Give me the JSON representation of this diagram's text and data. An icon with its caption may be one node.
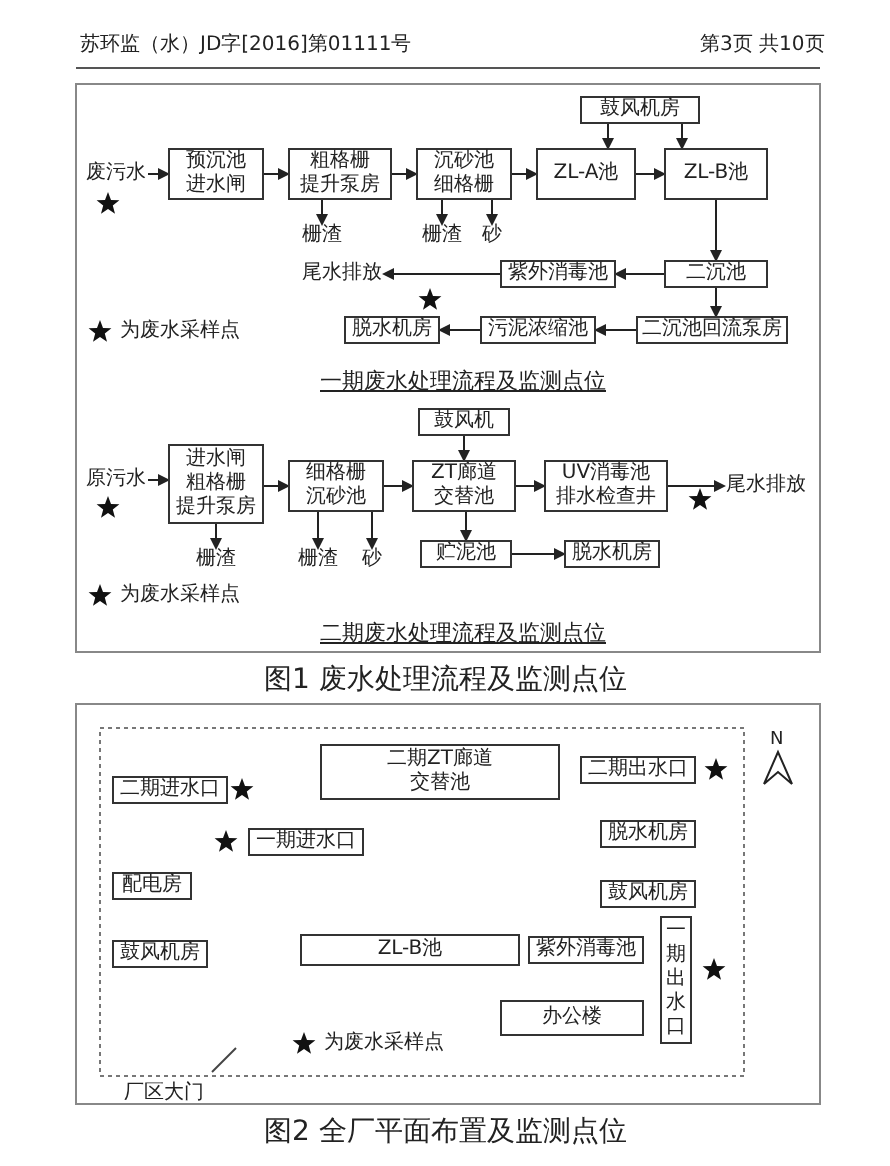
{
  "diagram": {
    "nodes": [
      {
        "text": [
          "鼓风机房"
        ]
      },
      {
        "text": [
          "废污水"
        ]
      },
      {
        "text": [
          "预沉池",
          "进水闸"
        ]
      },
      {
        "text": [
          "粗格栅",
          "提升泵房"
        ]
      },
      {
        "text": [
          "沉砂池",
          "细格栅"
        ]
      },
      {
        "text": [
          "ZL-A池"
        ]
      },
      {
        "text": [
          "ZL-B池"
        ]
      },
      {
        "text": [
          "栅渣"
        ]
      },
      {
        "text": [
          "栅渣"
        ]
      },
      {
        "text": [
          "砂"
        ]
      },
      {
        "text": [
          "尾水排放"
        ]
      },
      {
        "text": [
          "紫外消毒池"
        ]
      },
      {
        "text": [
          "二沉池"
        ]
      },
      {
        "text": [
          "脱水机房"
        ]
      },
      {
        "text": [
          "污泥浓缩池"
        ]
      },
      {
        "text": [
          "二沉池回流泵房"
        ]
      },
      {
        "text": [
          "鼓风机"
        ]
      },
      {
        "text": [
          "原污水"
        ]
      },
      {
        "text": [
          "进水闸",
          "粗格栅",
          "提升泵房"
        ]
      },
      {
        "text": [
          "细格栅",
          "沉砂池"
        ]
      },
      {
        "text": [
          "ZT廊道交替池"
        ]
      },
      {
        "text": [
          "UV消毒池",
          "排水检查井"
        ]
      },
      {
        "text": [
          "尾水排放"
        ]
      },
      {
        "text": [
          "栅渣"
        ]
      },
      {
        "text": [
          "栅渣"
        ]
      },
      {
        "text": [
          "砂"
        ]
      },
      {
        "text": [
          "贮泥池"
        ]
      },
      {
        "text": [
          "脱水机房"
        ]
      },
      {
        "text": [
          "二期进水口"
        ]
      },
      {
        "text": [
          "二期ZT廊道交替池"
        ]
      },
      {
        "text": [
          "二期出水口"
        ]
      },
      {
        "text": [
          "一期进水口"
        ]
      },
      {
        "text": [
          "脱水机房"
        ]
      },
      {
        "text": [
          "配电房"
        ]
      },
      {
        "text": [
          "鼓风机房"
        ]
      },
      {
        "text": [
          "鼓风机房"
        ]
      },
      {
        "text": [
          "ZL-B池"
        ]
      },
      {
        "text": [
          "紫外消毒池"
        ]
      },
      {
        "text": [
          "一期出水口"
        ]
      },
      {
        "text": [
          "办公楼"
        ]
      }
    ],
    "edges": [
      {
        "from": 1,
        "to": 2,
        "arrow": "to"
      },
      {
        "from": 2,
        "to": 3,
        "arrow": "to"
      },
      {
        "from": 3,
        "to": 4,
        "arrow": "to"
      },
      {
        "from": 4,
        "to": 5,
        "arrow": "to"
      },
      {
        "from": 5,
        "to": 6,
        "arrow": "to"
      },
      {
        "from": 0,
        "to": 5,
        "arrow": "to"
      },
      {
        "from": 0,
        "to": 6,
        "arrow": "to"
      },
      {
        "from": 3,
        "to": 7,
        "arrow": "to"
      },
      {
        "from": 4,
        "to": 8,
        "arrow": "to"
      },
      {
        "from": 4,
        "to": 9,
        "arrow": "to"
      },
      {
        "from": 6,
        "to": 12,
        "arrow": "to"
      },
      {
        "from": 12,
        "to": 11,
        "arrow": "to"
      },
      {
        "from": 11,
        "to": 10,
        "arrow": "to"
      },
      {
        "from": 12,
        "to": 15,
        "arrow": "to"
      },
      {
        "from": 15,
        "to": 14,
        "arrow": "to"
      },
      {
        "from": 14,
        "to": 13,
        "arrow": "to"
      },
      {
        "from": 17,
        "to": 18,
        "arrow": "to"
      },
      {
        "from": 18,
        "to": 19,
        "arrow": "to"
      },
      {
        "from": 19,
        "to": 20,
        "arrow": "to"
      },
      {
        "from": 20,
        "to": 21,
        "arrow": "to"
      },
      {
        "from": 21,
        "to": 22,
        "arrow": "to"
      },
      {
        "from": 16,
        "to": 20,
        "arrow": "to"
      },
      {
        "from": 18,
        "to": 23,
        "arrow": "to"
      },
      {
        "from": 19,
        "to": 24,
        "arrow": "to"
      },
      {
        "from": 19,
        "to": 25,
        "arrow": "to"
      },
      {
        "from": 20,
        "to": 26,
        "arrow": "to"
      },
      {
        "from": 26,
        "to": 27,
        "arrow": "to"
      }
    ],
    "labels": [
      "苏环监（水）JD字[2016]第01111号",
      "第3页 共10页",
      "一期废水处理流程及监测点位",
      "二期废水处理流程及监测点位",
      "图1 废水处理流程及监测点位",
      "N",
      "厂区大门",
      "图2 全厂平面布置及监测点位"
    ],
    "legend": [
      {
        "text": "为废水采样点"
      },
      {
        "text": "为废水采样点"
      },
      {
        "text": "为废水采样点"
      }
    ]
  }
}
